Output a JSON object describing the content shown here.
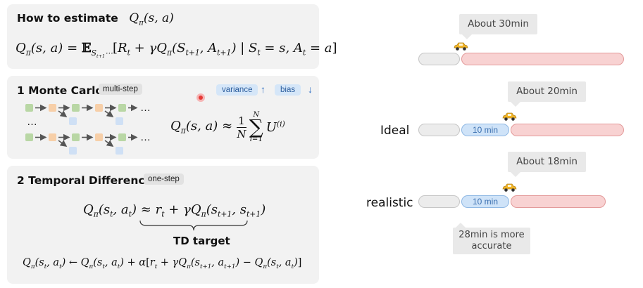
{
  "panel1": {
    "title": "How to estimate"
  },
  "panel2": {
    "title": "1 Monte Carlo",
    "tag": "multi-step",
    "variance_label": "variance",
    "variance_arrow": "↑",
    "bias_label": "bias",
    "bias_arrow": "↓",
    "ellipsis": "…",
    "ellipsis_mid": "…"
  },
  "panel3": {
    "title": "2 Temporal Difference",
    "tag": "one-step",
    "td_target": "TD target"
  },
  "right": {
    "callout1": "About 30min",
    "callout2": "About 20min",
    "callout3": "About 18min",
    "ideal_label": "Ideal",
    "realistic_label": "realistic",
    "segment_ideal": "10 min",
    "segment_real": "10 min",
    "note": "28min is more accurate"
  },
  "colors": {
    "panel_bg": "#f2f2f2",
    "green_node": "#b9d7a5",
    "orange_node": "#f7cfa8",
    "blue_node": "#cfe0f5",
    "red_bar": "#f8d2d2",
    "grey_bar": "#ececec",
    "blue_bar": "#cfe3f8",
    "car": "#f0b428",
    "red_dot": "#e53935"
  }
}
